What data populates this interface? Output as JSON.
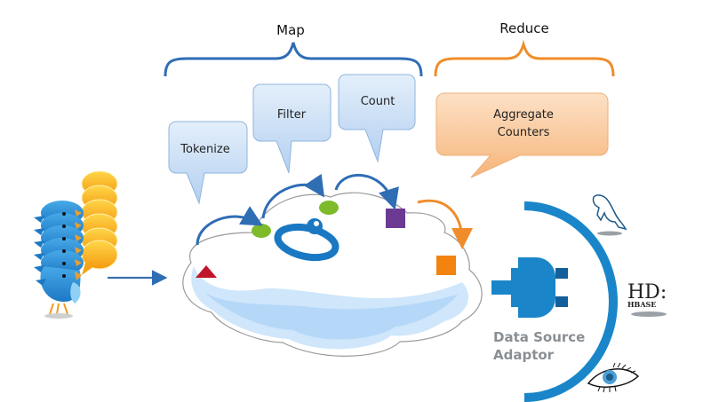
{
  "title": "Twitter stream MapReduce pipeline",
  "phases": {
    "map": {
      "label": "Map",
      "color": "#2f6db5"
    },
    "reduce": {
      "label": "Reduce",
      "color": "#f08c2a"
    }
  },
  "callouts": {
    "tokenize": "Tokenize",
    "filter": "Filter",
    "count": "Count",
    "aggregate_line1": "Aggregate",
    "aggregate_line2": "Counters"
  },
  "adaptor": {
    "line1": "Data Source",
    "line2": "Adaptor",
    "color": "#1a86c9",
    "text_color": "#8a8f94"
  },
  "datastores": [
    {
      "name": "mysql",
      "icon": "dolphin-icon"
    },
    {
      "name": "hbase",
      "icon": "hbase-logo",
      "label": "HBASE"
    },
    {
      "name": "cassandra",
      "icon": "eye-icon"
    }
  ],
  "source": {
    "name": "twitter",
    "icon": "bird-flock-icon"
  },
  "colors": {
    "callout_blue": "#c9def6",
    "callout_orange": "#f8c08e",
    "cloud_fill": "#cfe6fb",
    "token_red": "#c0152a",
    "token_green": "#7dbb2b",
    "token_purple": "#6d3a93",
    "token_orange": "#f2830f"
  }
}
